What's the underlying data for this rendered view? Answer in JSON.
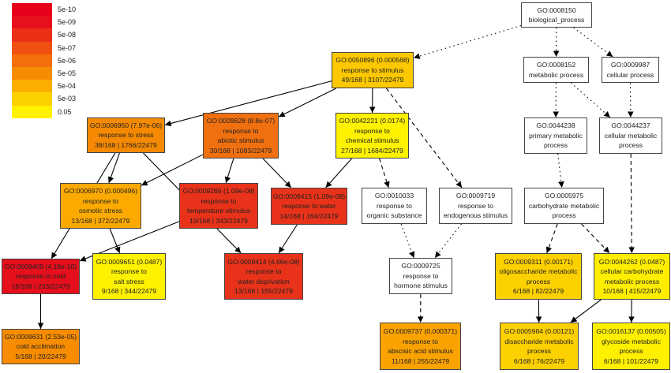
{
  "legend": [
    {
      "label": "5e-10",
      "color": "#e6001a"
    },
    {
      "label": "5e-09",
      "color": "#e80f1c"
    },
    {
      "label": "5e-08",
      "color": "#ea3017"
    },
    {
      "label": "5e-07",
      "color": "#ee5010"
    },
    {
      "label": "5e-06",
      "color": "#f36f09"
    },
    {
      "label": "5e-05",
      "color": "#f78c03"
    },
    {
      "label": "5e-04",
      "color": "#fbae00"
    },
    {
      "label": "5e-03",
      "color": "#fdd000"
    },
    {
      "label": "0.05",
      "color": "#fff200"
    }
  ],
  "nodes": {
    "n8150": {
      "lines": [
        "GO:0008150",
        "biological_process"
      ],
      "color": "#ffffff"
    },
    "n50896": {
      "lines": [
        "GO:0050896 (0.000568)",
        "response to stimulus",
        "49/168 | 3107/22479"
      ],
      "color": "#fdc800"
    },
    "n8152": {
      "lines": [
        "GO:0008152",
        "metabolic process"
      ],
      "color": "#ffffff"
    },
    "n9987": {
      "lines": [
        "GO:0009987",
        "cellular process"
      ],
      "color": "#ffffff"
    },
    "n6950": {
      "lines": [
        "GO:0006950 (7.97e-06)",
        "response to stress",
        "38/168 | 1766/22479"
      ],
      "color": "#f58a02"
    },
    "n9628": {
      "lines": [
        "GO:0009628 (8.8e-07)",
        "response to",
        "abiotic stimulus",
        "30/168 | 1083/22479"
      ],
      "color": "#f07010"
    },
    "n42221": {
      "lines": [
        "GO:0042221 (0.0174)",
        "response to",
        "chemical stimulus",
        "27/168 | 1684/22479"
      ],
      "color": "#fff200"
    },
    "n44238": {
      "lines": [
        "GO:0044238",
        "primary metabolic",
        "process"
      ],
      "color": "#ffffff"
    },
    "n44237": {
      "lines": [
        "GO:0044237",
        "cellular metabolic",
        "process"
      ],
      "color": "#ffffff"
    },
    "n6970": {
      "lines": [
        "GO:0006970 (0.000496)",
        "response to",
        "osmotic stress",
        "13/168 | 372/22479"
      ],
      "color": "#fcaa00"
    },
    "n9266": {
      "lines": [
        "GO:0009266 (1.09e-08)",
        "response to",
        "temperature stimulus",
        "19/168 | 343/22479"
      ],
      "color": "#e8321a"
    },
    "n9415": {
      "lines": [
        "GO:0009415 (1.09e-08)",
        "response to water",
        "14/168 | 164/22479"
      ],
      "color": "#e8321a"
    },
    "n10033": {
      "lines": [
        "GO:0010033",
        "response to",
        "organic substance"
      ],
      "color": "#ffffff"
    },
    "n9719": {
      "lines": [
        "GO:0009719",
        "response to",
        "endogenous stimulus"
      ],
      "color": "#ffffff"
    },
    "n5975": {
      "lines": [
        "GO:0005975",
        "carbohydrate metabolic",
        "process"
      ],
      "color": "#ffffff"
    },
    "n9409": {
      "lines": [
        "GO:0009409 (4.18e-10)",
        "response to cold",
        "18/168 | 233/22479"
      ],
      "color": "#e60f1c"
    },
    "n9651": {
      "lines": [
        "GO:0009651 (0.0487)",
        "response to",
        "salt stress",
        "9/168 | 344/22479"
      ],
      "color": "#fff200"
    },
    "n9414": {
      "lines": [
        "GO:0009414 (4.66e-08)",
        "response to",
        "water deprivation",
        "13/168 | 155/22479"
      ],
      "color": "#e8321a"
    },
    "n9725": {
      "lines": [
        "GO:0009725",
        "response to",
        "hormone stimulus"
      ],
      "color": "#ffffff"
    },
    "n9311": {
      "lines": [
        "GO:0009311 (0.00171)",
        "oligosaccharide metabolic",
        "process",
        "6/168 | 82/22479"
      ],
      "color": "#fdd000"
    },
    "n44262": {
      "lines": [
        "GO:0044262 (0.0487)",
        "cellular carbohydrate",
        "metabolic process",
        "10/168 | 415/22479"
      ],
      "color": "#ffee00"
    },
    "n9631": {
      "lines": [
        "GO:0009631 (2.53e-05)",
        "cold acclimation",
        "5/168 | 20/22479"
      ],
      "color": "#f88c00"
    },
    "n9737": {
      "lines": [
        "GO:0009737 (0.000371)",
        "response to",
        "abscisic acid stimulus",
        "11/168 | 255/22479"
      ],
      "color": "#faa200"
    },
    "n5984": {
      "lines": [
        "GO:0005984 (0.00121)",
        "disaccharide metabolic",
        "process",
        "6/168 | 76/22479"
      ],
      "color": "#fdd000"
    },
    "n16137": {
      "lines": [
        "GO:0016137 (0.00505)",
        "glycoside metabolic",
        "process",
        "6/168 | 101/22479"
      ],
      "color": "#fff000"
    }
  },
  "edges": [
    [
      "n8150",
      "n50896",
      "dotted"
    ],
    [
      "n8150",
      "n8152",
      "dotted"
    ],
    [
      "n8150",
      "n9987",
      "dotted"
    ],
    [
      "n50896",
      "n6950",
      "solid"
    ],
    [
      "n50896",
      "n9628",
      "solid"
    ],
    [
      "n50896",
      "n42221",
      "solid"
    ],
    [
      "n50896",
      "n9719",
      "dashed"
    ],
    [
      "n8152",
      "n44238",
      "dotted"
    ],
    [
      "n8152",
      "n44237",
      "dotted"
    ],
    [
      "n9987",
      "n44237",
      "dotted"
    ],
    [
      "n6950",
      "n6970",
      "solid"
    ],
    [
      "n6950",
      "n9409",
      "solid"
    ],
    [
      "n6950",
      "n9414",
      "solid"
    ],
    [
      "n9628",
      "n6970",
      "solid"
    ],
    [
      "n9628",
      "n9266",
      "solid"
    ],
    [
      "n9628",
      "n9415",
      "solid"
    ],
    [
      "n42221",
      "n9415",
      "solid"
    ],
    [
      "n42221",
      "n10033",
      "dashed"
    ],
    [
      "n44238",
      "n5975",
      "dotted"
    ],
    [
      "n44237",
      "n44262",
      "dashed"
    ],
    [
      "n9266",
      "n9409",
      "solid"
    ],
    [
      "n6970",
      "n9651",
      "solid"
    ],
    [
      "n9415",
      "n9414",
      "solid"
    ],
    [
      "n10033",
      "n9725",
      "dotted"
    ],
    [
      "n9719",
      "n9725",
      "dotted"
    ],
    [
      "n5975",
      "n9311",
      "dashed"
    ],
    [
      "n5975",
      "n44262",
      "dashed"
    ],
    [
      "n9409",
      "n9631",
      "solid"
    ],
    [
      "n9725",
      "n9737",
      "dashed"
    ],
    [
      "n9311",
      "n5984",
      "solid"
    ],
    [
      "n44262",
      "n5984",
      "solid"
    ],
    [
      "n44262",
      "n16137",
      "solid"
    ]
  ]
}
